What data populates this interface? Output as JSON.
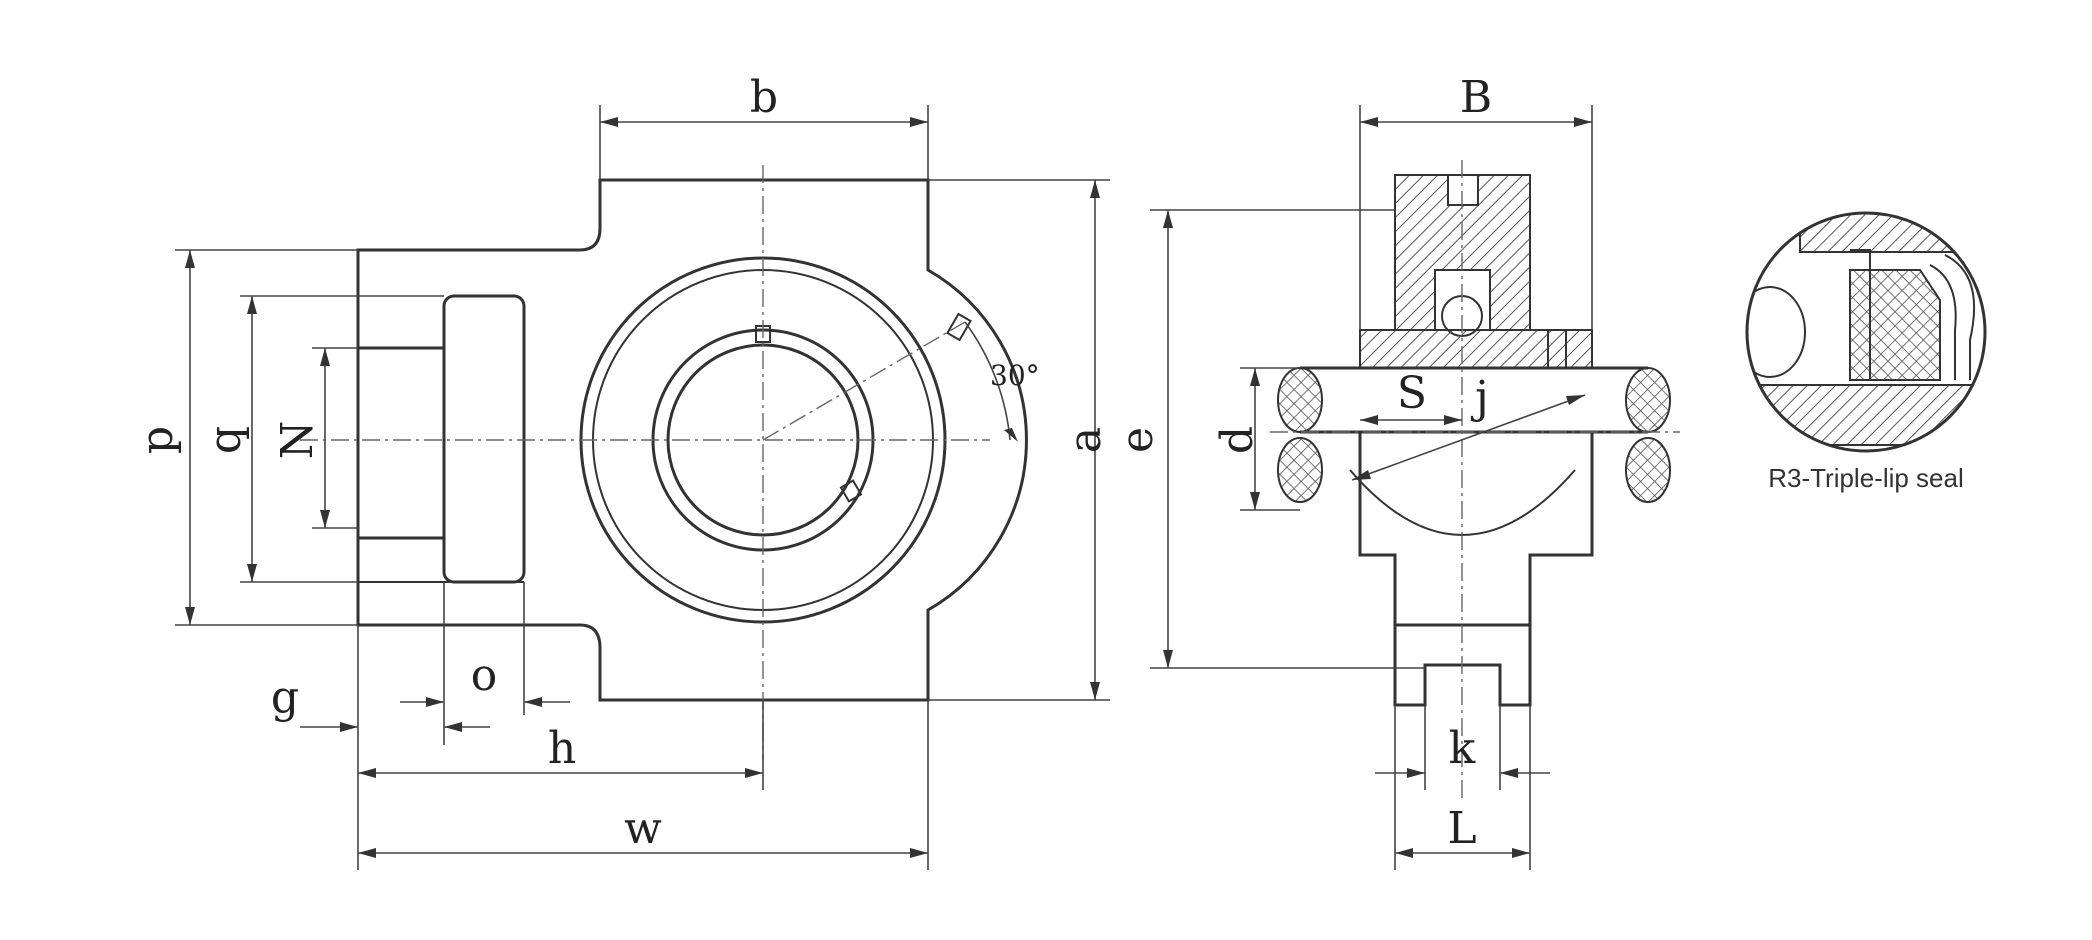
{
  "labels": {
    "b": "b",
    "B": "B",
    "p": "p",
    "q": "q",
    "N": "N",
    "a": "a",
    "e": "e",
    "d": "d",
    "S": "S",
    "j": "j",
    "g": "g",
    "o": "o",
    "h": "h",
    "w": "w",
    "k": "k",
    "L": "L",
    "angle": "30°"
  },
  "seal_caption": "R3-Triple-lip seal"
}
